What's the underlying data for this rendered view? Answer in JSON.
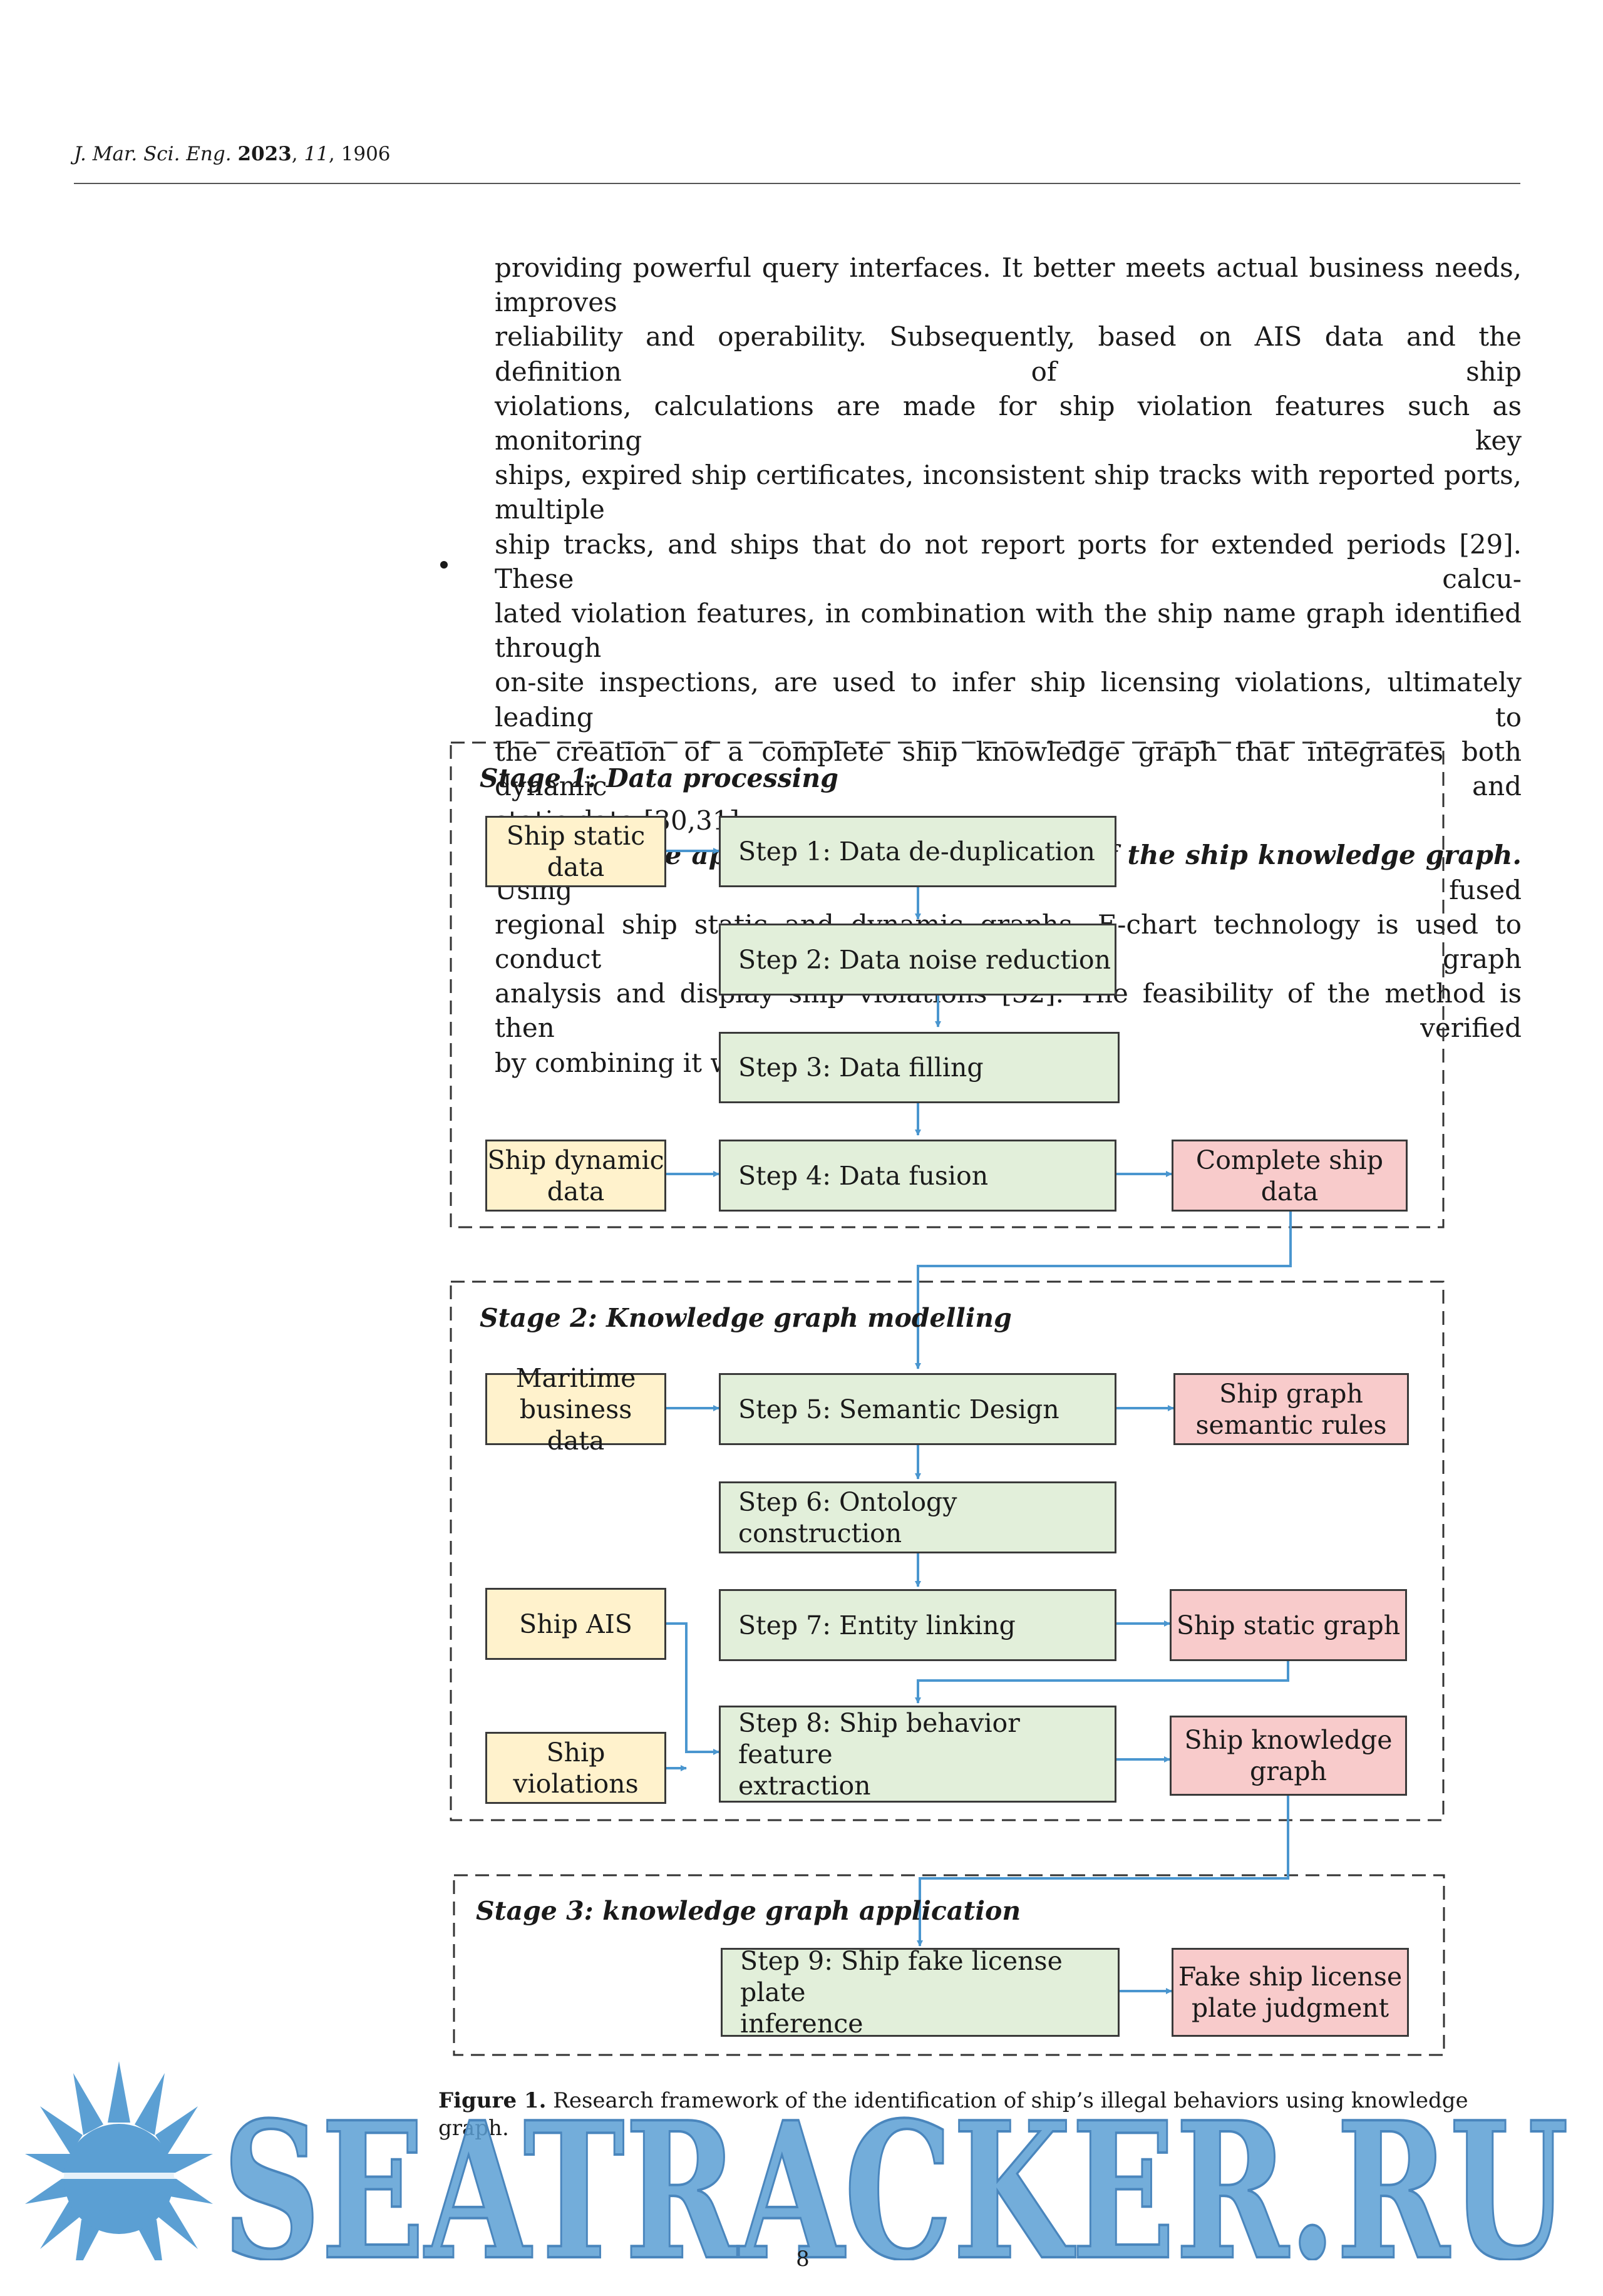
{
  "header": {
    "journal": "J. Mar. Sci. Eng.",
    "year": "2023",
    "volume": "11",
    "article": "1906"
  },
  "body": {
    "lines": [
      "providing powerful query interfaces. It better meets actual business needs, improves",
      "reliability and operability. Subsequently, based on AIS data and the definition of ship",
      "violations, calculations are made for ship violation features such as monitoring key",
      "ships, expired ship certificates, inconsistent ship tracks with reported ports, multiple",
      "ship tracks, and ships that do not report ports for extended periods [29]. These calcu-",
      "lated violation features, in combination with the ship name graph identified through",
      "on-site inspections, are used to infer ship licensing violations, ultimately leading to",
      "the creation of a complete ship knowledge graph that integrates both dynamic and",
      "static data [30,31];"
    ],
    "bullet_heading": "Stage 3: The application and validation of the ship knowledge graph.",
    "bullet_first_line_rest": "Using fused",
    "bullet_lines": [
      "regional ship static and dynamic graphs, E-chart technology is used to conduct graph",
      "analysis and display ship violations [32]. The feasibility of the method is then verified",
      "by combining it with actual cases."
    ]
  },
  "diagram": {
    "stage1": {
      "label": "Stage 1: Data processing",
      "inputs": [
        [
          "Ship static",
          "data"
        ],
        [
          "Ship dynamic",
          "data"
        ]
      ],
      "steps": [
        "Step 1: Data de-duplication",
        "Step 2: Data noise reduction",
        "Step 3: Data filling",
        "Step 4: Data fusion"
      ],
      "output": [
        "Complete ship",
        "data"
      ]
    },
    "stage2": {
      "label": "Stage 2: Knowledge graph modelling",
      "inputs": [
        [
          "Maritime",
          "business data"
        ],
        [
          "Ship AIS"
        ],
        [
          "Ship",
          "violations"
        ]
      ],
      "steps": [
        [
          "Step 5: Semantic Design"
        ],
        [
          "Step 6: Ontology construction"
        ],
        [
          "Step 7: Entity linking"
        ],
        [
          "Step 8: Ship behavior feature",
          "extraction"
        ]
      ],
      "outputs": [
        [
          "Ship graph",
          "semantic rules"
        ],
        [
          "Ship static graph"
        ],
        [
          "Ship knowledge",
          "graph"
        ]
      ]
    },
    "stage3": {
      "label": "Stage 3: knowledge graph application",
      "step": [
        "Step 9: Ship fake license plate",
        "inference"
      ],
      "output": [
        "Fake ship license",
        "plate judgment"
      ]
    }
  },
  "caption": {
    "label": "Figure 1.",
    "text": "Research framework of the identification of ship’s illegal behaviors using knowledge graph."
  },
  "page_number": "8",
  "watermark": {
    "text": "SEATRACKER.RU",
    "color": "#5b9fd3"
  },
  "colors": {
    "input_fill": "#fff2cc",
    "step_fill": "#e2efda",
    "output_fill": "#f8cbcb",
    "arrow": "#4a96cf"
  }
}
